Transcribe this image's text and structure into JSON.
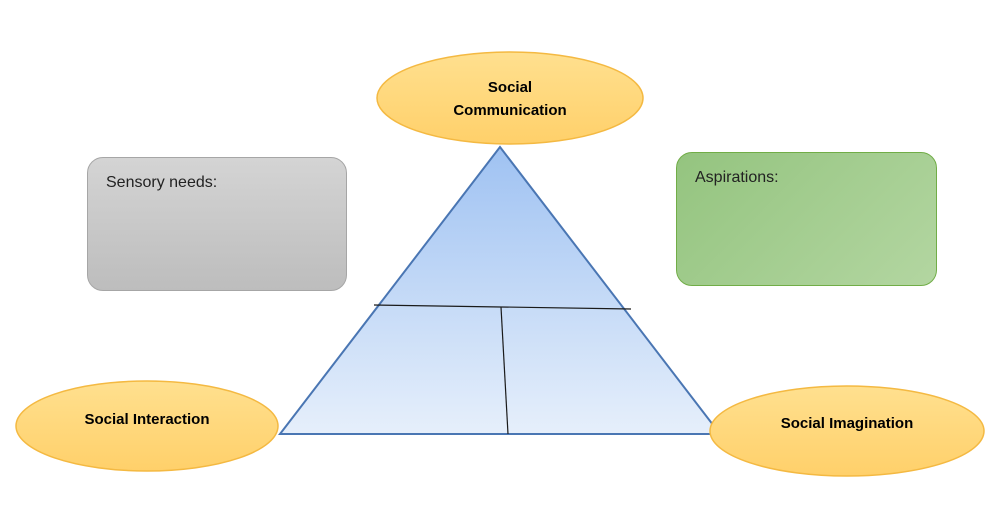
{
  "colors": {
    "ellipse_fill": "#ffd77a",
    "ellipse_stroke": "#f4b942",
    "triangle_top": "#9fc2f2",
    "triangle_bottom": "#e6effb",
    "triangle_stroke": "#4a76b3",
    "divider": "#1a1a1a",
    "sensory_box": "#c9c9c9",
    "aspirations_box": "#a5cf91"
  },
  "nodes": {
    "top": {
      "line1": "Social",
      "line2": "Communication"
    },
    "left": {
      "label": "Social Interaction"
    },
    "right": {
      "label": "Social Imagination"
    }
  },
  "boxes": {
    "sensory": {
      "label": "Sensory needs:"
    },
    "aspirations": {
      "label": "Aspirations:"
    }
  }
}
